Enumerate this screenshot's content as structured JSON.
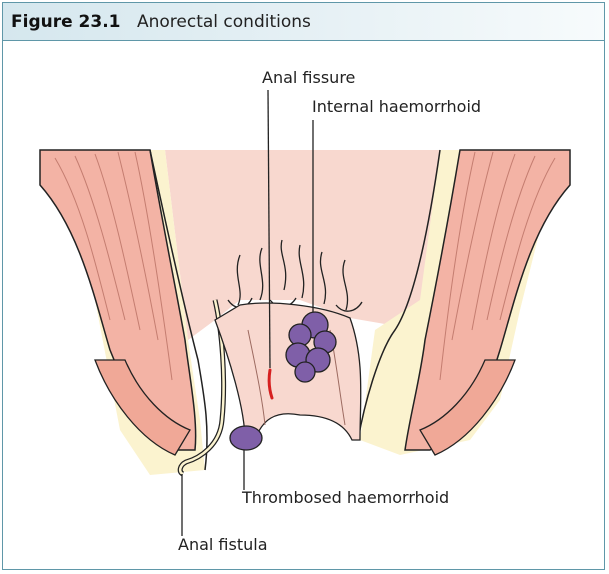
{
  "figure": {
    "number": "Figure 23.1",
    "title": "Anorectal conditions"
  },
  "labels": {
    "anal_fissure": "Anal fissure",
    "internal_haemorrhoid": "Internal haemorrhoid",
    "thrombosed_haemorrhoid": "Thrombosed haemorrhoid",
    "anal_fistula": "Anal fistula"
  },
  "colors": {
    "frame": "#5f97a8",
    "muscle": "#f3b3a5",
    "mucosa": "#f8d8cf",
    "fat": "#fbf3cf",
    "haemorrhoid": "#7f5fa8",
    "fissure": "#d62020"
  }
}
